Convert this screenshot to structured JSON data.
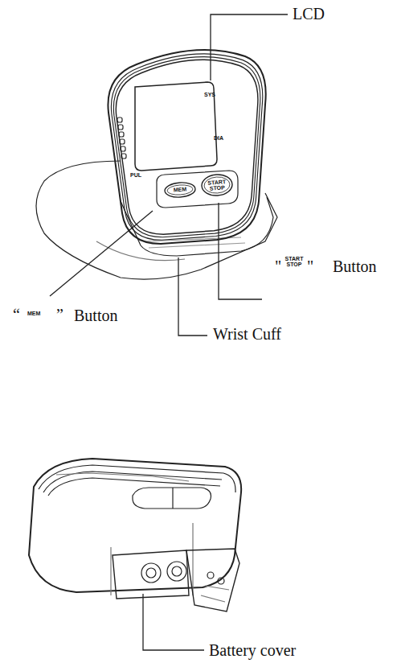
{
  "diagram": {
    "nodes": [
      {
        "text": [
          "MEM"
        ]
      },
      {
        "text": [
          "START STOP"
        ]
      }
    ],
    "labels": [
      "LCD",
      "SYS",
      "DIA",
      "PUL",
      "\"",
      "START STOP",
      "\"",
      "Button",
      "“",
      "MEM",
      "”",
      "Button",
      "Wrist Cuff",
      "Battery cover"
    ]
  }
}
